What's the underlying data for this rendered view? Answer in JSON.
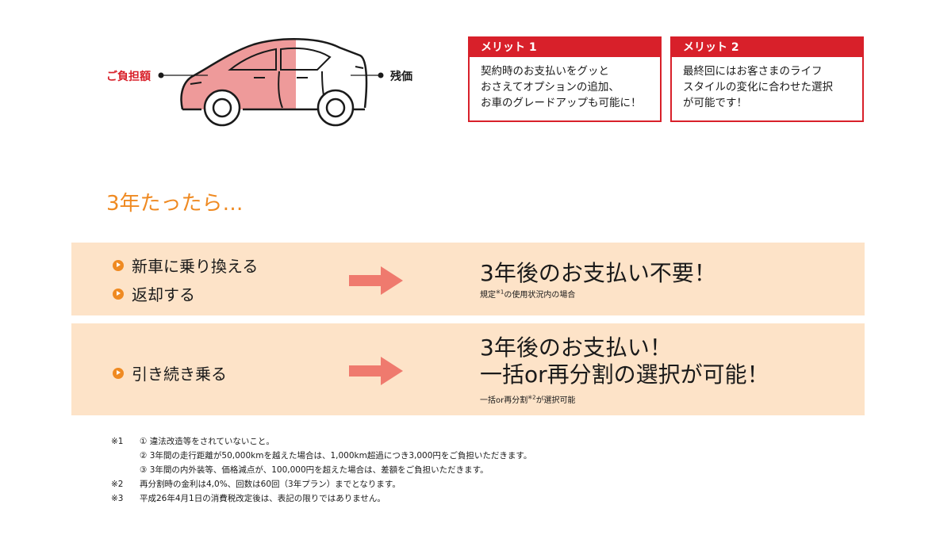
{
  "car": {
    "owner_label": "ご負担額",
    "residual_label": "残価"
  },
  "merits": [
    {
      "title": "メリット 1",
      "lines": [
        "契約時のお支払いをグッと",
        "おさえてオプションの追加、",
        "お車のグレードアップも可能に！"
      ]
    },
    {
      "title": "メリット 2",
      "lines": [
        "最終回にはお客さまのライフ",
        "スタイルの変化に合わせた選択",
        "が可能です！"
      ]
    }
  ],
  "headline": "3年たったら…",
  "band1": {
    "options": [
      "新車に乗り換える",
      "返却する"
    ],
    "result": "3年後のお支払い不要！",
    "note_pre": "規定",
    "note_sup": "※1",
    "note_post": "の使用状況内の場合"
  },
  "band2": {
    "option": "引き続き乗る",
    "result_line1": "3年後のお支払い！",
    "result_line2": "一括or再分割の選択が可能！",
    "note_pre": "一括or再分割",
    "note_sup": "※2",
    "note_post": "が選択可能"
  },
  "notes": [
    {
      "mark": "※1",
      "text": "① 違法改造等をされていないこと。"
    },
    {
      "mark": "",
      "text": "② 3年間の走行距離が50,000kmを越えた場合は、1,000km超過につき3,000円をご負担いただきます。"
    },
    {
      "mark": "",
      "text": "③ 3年間の内外装等、価格減点が、100,000円を超えた場合は、差額をご負担いただきます。"
    },
    {
      "mark": "※2",
      "text": "再分割時の金利は4,0%、回数は60回（3年プラン）までとなります。"
    },
    {
      "mark": "※3",
      "text": "平成26年4月1日の消費税改定後は、表記の限りではありません。"
    }
  ],
  "colors": {
    "accent": "#d8202a",
    "orange": "#ef8a22",
    "band": "#fde3c8",
    "arrow": "#ef7a6e",
    "car_fill": "#ee9a9a"
  }
}
